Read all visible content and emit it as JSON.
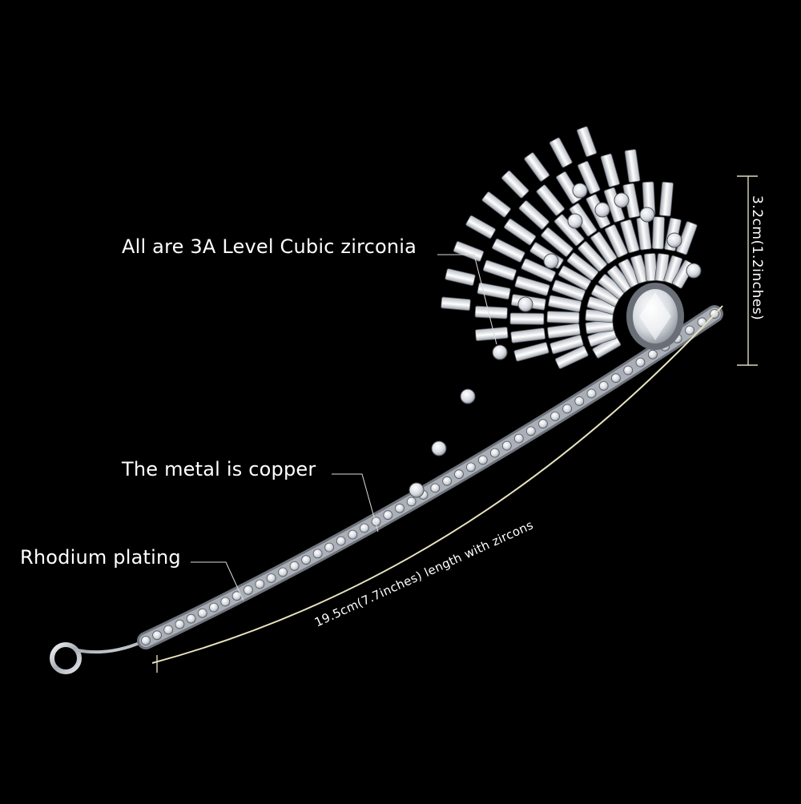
{
  "callouts": {
    "zirconia": "All are 3A Level Cubic zirconia",
    "copper": "The metal is copper",
    "rhodium": "Rhodium plating"
  },
  "dimensions": {
    "height": "3.2cm(1.2inches)",
    "length": "19.5cm(7.7inches) length with zircons"
  },
  "colors": {
    "background": "#000000",
    "text": "#ffffff",
    "dimension_line": "#dcd9b8",
    "silver": "#c9ccd2",
    "stone": "#eef1f5"
  }
}
